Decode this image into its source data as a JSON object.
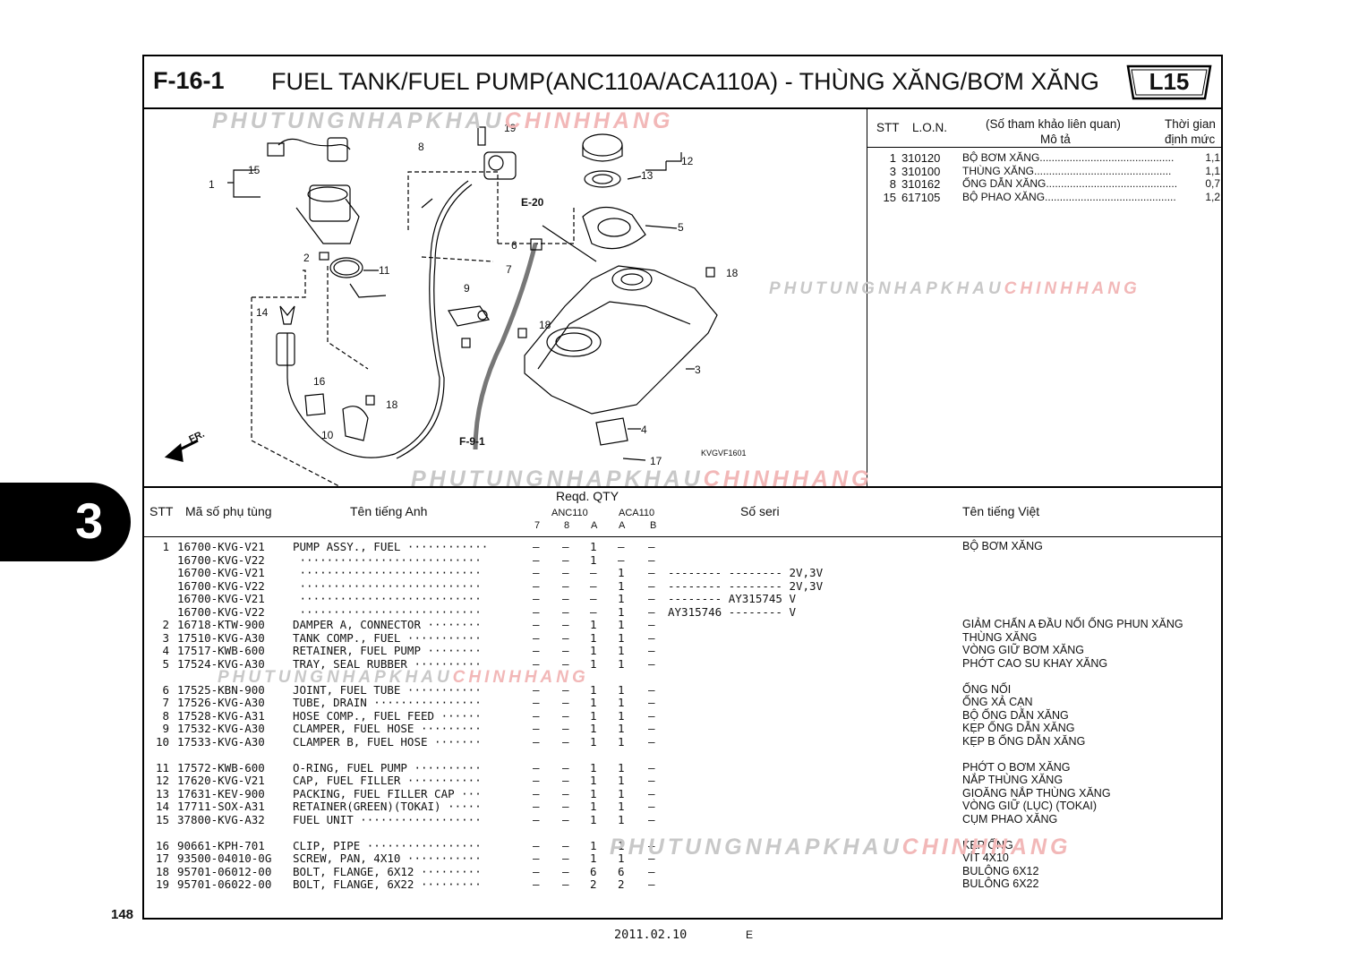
{
  "header": {
    "figure": "F-16-1",
    "title": "FUEL TANK/FUEL PUMP(ANC110A/ACA110A) - THÙNG XĂNG/BƠM XĂNG",
    "code": "L15"
  },
  "watermark": {
    "grey": "PHUTUNGNHAPKHAU",
    "red": "CHINHHANG"
  },
  "diagram": {
    "labels": [
      "1",
      "15",
      "8",
      "19",
      "12",
      "13",
      "E-20",
      "5",
      "6",
      "7",
      "18",
      "2",
      "11",
      "9",
      "14",
      "18",
      "3",
      "16",
      "18",
      "10",
      "4",
      "17",
      "F-9-1",
      "FR."
    ],
    "code": "KVGVF1601"
  },
  "side_table": {
    "col_stt": "STT",
    "col_lon": "L.O.N.",
    "col_ref": "(Số tham khảo liên quan)",
    "col_desc": "Mô tả",
    "col_time": "Thời gian",
    "col_time2": "định mức",
    "rows": [
      {
        "stt": "1",
        "lon": "310120",
        "desc": "BỘ BƠM XĂNG.............................................",
        "time": "1,1"
      },
      {
        "stt": "3",
        "lon": "310100",
        "desc": "THÙNG XĂNG..............................................",
        "time": "1,1"
      },
      {
        "stt": "8",
        "lon": "310162",
        "desc": "ỐNG DẪN XĂNG............................................",
        "time": "0,7"
      },
      {
        "stt": "15",
        "lon": "617105",
        "desc": "BỘ PHAO XĂNG............................................",
        "time": "1,2"
      }
    ]
  },
  "parts_table": {
    "headers": {
      "stt": "STT",
      "part_no": "Mã số phụ tùng",
      "english": "Tên tiếng Anh",
      "qty": "Reqd. QTY",
      "anc": "ANC110",
      "aca": "ACA110",
      "c7": "7",
      "c8": "8",
      "cA": "A",
      "cA2": "A",
      "cB": "B",
      "serial": "Số seri",
      "vietnamese": "Tên tiếng Việt"
    },
    "rows": [
      {
        "stt": "1",
        "part": "16700-KVG-V21",
        "name": "PUMP ASSY., FUEL ············",
        "q": [
          "–",
          "–",
          "1",
          "–",
          "–"
        ],
        "serial": "",
        "vn": "BỘ BƠM XĂNG"
      },
      {
        "stt": "",
        "part": "16700-KVG-V22",
        "name": " ···························",
        "q": [
          "–",
          "–",
          "1",
          "–",
          "–"
        ],
        "serial": "",
        "vn": ""
      },
      {
        "stt": "",
        "part": "16700-KVG-V21",
        "name": " ···························",
        "q": [
          "–",
          "–",
          "–",
          "1",
          "–"
        ],
        "serial": "-------- -------- 2V,3V",
        "vn": ""
      },
      {
        "stt": "",
        "part": "16700-KVG-V22",
        "name": " ···························",
        "q": [
          "–",
          "–",
          "–",
          "1",
          "–"
        ],
        "serial": "-------- -------- 2V,3V",
        "vn": ""
      },
      {
        "stt": "",
        "part": "16700-KVG-V21",
        "name": " ···························",
        "q": [
          "–",
          "–",
          "–",
          "1",
          "–"
        ],
        "serial": "-------- AY315745 V",
        "vn": ""
      },
      {
        "stt": "",
        "part": "16700-KVG-V22",
        "name": " ···························",
        "q": [
          "–",
          "–",
          "–",
          "1",
          "–"
        ],
        "serial": "AY315746 -------- V",
        "vn": ""
      },
      {
        "stt": "2",
        "part": "16718-KTW-900",
        "name": "DAMPER A, CONNECTOR ········",
        "q": [
          "–",
          "–",
          "1",
          "1",
          "–"
        ],
        "serial": "",
        "vn": "GIẢM CHẤN A ĐẦU NỐI ỐNG PHUN XĂNG"
      },
      {
        "stt": "3",
        "part": "17510-KVG-A30",
        "name": "TANK COMP., FUEL ···········",
        "q": [
          "–",
          "–",
          "1",
          "1",
          "–"
        ],
        "serial": "",
        "vn": "THÙNG XĂNG"
      },
      {
        "stt": "4",
        "part": "17517-KWB-600",
        "name": "RETAINER, FUEL PUMP ········",
        "q": [
          "–",
          "–",
          "1",
          "1",
          "–"
        ],
        "serial": "",
        "vn": "VÒNG GIỮ BƠM XĂNG"
      },
      {
        "stt": "5",
        "part": "17524-KVG-A30",
        "name": "TRAY, SEAL RUBBER ··········",
        "q": [
          "–",
          "–",
          "1",
          "1",
          "–"
        ],
        "serial": "",
        "vn": "PHỚT CAO SU KHAY XĂNG"
      },
      {
        "stt": "6",
        "part": "17525-KBN-900",
        "name": "JOINT, FUEL TUBE ···········",
        "q": [
          "–",
          "–",
          "1",
          "1",
          "–"
        ],
        "serial": "",
        "vn": "ỐNG NỐI"
      },
      {
        "stt": "7",
        "part": "17526-KVG-A30",
        "name": "TUBE, DRAIN ················",
        "q": [
          "–",
          "–",
          "1",
          "1",
          "–"
        ],
        "serial": "",
        "vn": "ỐNG XẢ CẠN"
      },
      {
        "stt": "8",
        "part": "17528-KVG-A31",
        "name": "HOSE COMP., FUEL FEED ······",
        "q": [
          "–",
          "–",
          "1",
          "1",
          "–"
        ],
        "serial": "",
        "vn": "BỘ ỐNG DẪN XĂNG"
      },
      {
        "stt": "9",
        "part": "17532-KVG-A30",
        "name": "CLAMPER, FUEL HOSE ·········",
        "q": [
          "–",
          "–",
          "1",
          "1",
          "–"
        ],
        "serial": "",
        "vn": "KẸP ỐNG DẪN XĂNG"
      },
      {
        "stt": "10",
        "part": "17533-KVG-A30",
        "name": "CLAMPER B, FUEL HOSE ·······",
        "q": [
          "–",
          "–",
          "1",
          "1",
          "–"
        ],
        "serial": "",
        "vn": "KẸP B ỐNG DẪN XĂNG"
      },
      {
        "stt": "11",
        "part": "17572-KWB-600",
        "name": "O-RING, FUEL PUMP ··········",
        "q": [
          "–",
          "–",
          "1",
          "1",
          "–"
        ],
        "serial": "",
        "vn": "PHỚT O BƠM XĂNG"
      },
      {
        "stt": "12",
        "part": "17620-KVG-V21",
        "name": "CAP, FUEL FILLER ···········",
        "q": [
          "–",
          "–",
          "1",
          "1",
          "–"
        ],
        "serial": "",
        "vn": "NẮP THÙNG XĂNG"
      },
      {
        "stt": "13",
        "part": "17631-KEV-900",
        "name": "PACKING, FUEL FILLER CAP ···",
        "q": [
          "–",
          "–",
          "1",
          "1",
          "–"
        ],
        "serial": "",
        "vn": "GIOĂNG NẮP THÙNG XĂNG"
      },
      {
        "stt": "14",
        "part": "17711-SOX-A31",
        "name": "RETAINER(GREEN)(TOKAI) ·····",
        "q": [
          "–",
          "–",
          "1",
          "1",
          "–"
        ],
        "serial": "",
        "vn": "VÒNG GIỮ (LỤC) (TOKAI)"
      },
      {
        "stt": "15",
        "part": "37800-KVG-A32",
        "name": "FUEL UNIT ··················",
        "q": [
          "–",
          "–",
          "1",
          "1",
          "–"
        ],
        "serial": "",
        "vn": "CỤM PHAO XĂNG"
      },
      {
        "stt": "16",
        "part": "90661-KPH-701",
        "name": "CLIP, PIPE ·················",
        "q": [
          "–",
          "–",
          "1",
          "1",
          "–"
        ],
        "serial": "",
        "vn": "KẸP ỐNG"
      },
      {
        "stt": "17",
        "part": "93500-04010-0G",
        "name": "SCREW, PAN, 4X10 ···········",
        "q": [
          "–",
          "–",
          "1",
          "1",
          "–"
        ],
        "serial": "",
        "vn": "VÍT 4X10"
      },
      {
        "stt": "18",
        "part": "95701-06012-00",
        "name": "BOLT, FLANGE, 6X12 ·········",
        "q": [
          "–",
          "–",
          "6",
          "6",
          "–"
        ],
        "serial": "",
        "vn": "BULÔNG 6X12"
      },
      {
        "stt": "19",
        "part": "95701-06022-00",
        "name": "BOLT, FLANGE, 6X22 ·········",
        "q": [
          "–",
          "–",
          "2",
          "2",
          "–"
        ],
        "serial": "",
        "vn": "BULÔNG 6X22"
      }
    ]
  },
  "section_tab": "3",
  "page_number": "148",
  "footer": {
    "date": "2011.02.10",
    "edition": "E"
  }
}
